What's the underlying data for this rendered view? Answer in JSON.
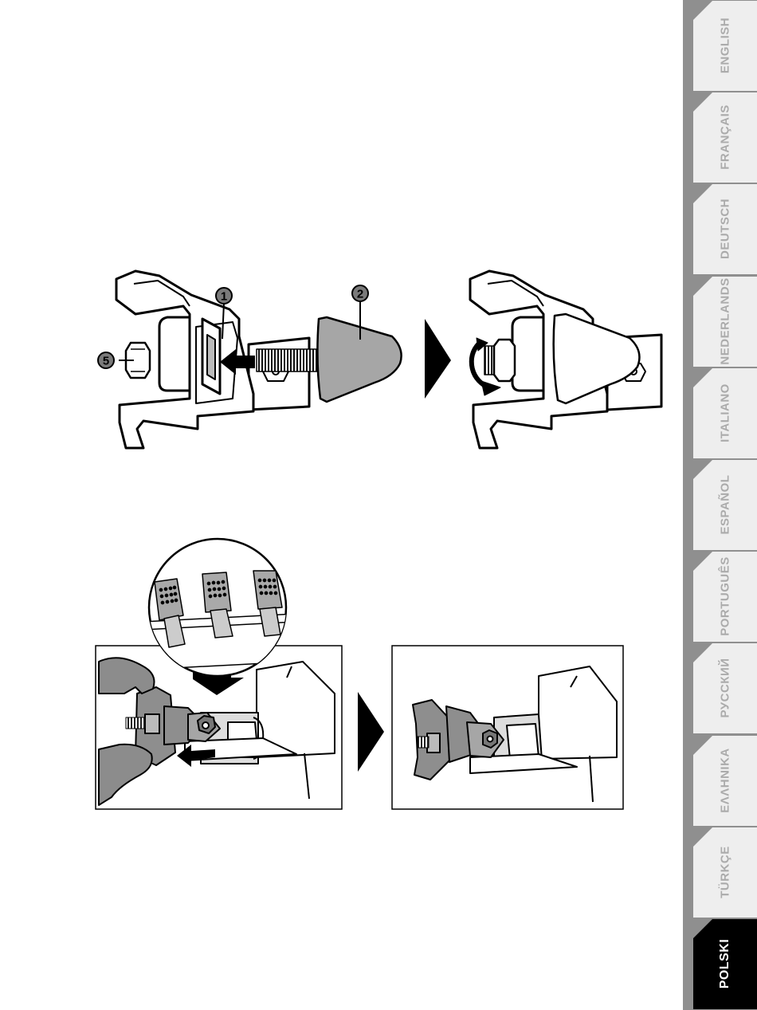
{
  "callouts": {
    "part_1": "1",
    "part_2": "2",
    "part_5": "5"
  },
  "languages": [
    {
      "label": "ENGLISH",
      "active": false
    },
    {
      "label": "FRANÇAIS",
      "active": false
    },
    {
      "label": "DEUTSCH",
      "active": false
    },
    {
      "label": "NEDERLANDS",
      "active": false
    },
    {
      "label": "ITALIANO",
      "active": false
    },
    {
      "label": "ESPAÑOL",
      "active": false
    },
    {
      "label": "PORTUGUÊS",
      "active": false
    },
    {
      "label": "РУССКИЙ",
      "active": false
    },
    {
      "label": "ΕΛΛΗΝΙΚΑ",
      "active": false
    },
    {
      "label": "TÜRKÇE",
      "active": false
    },
    {
      "label": "POLSKI",
      "active": true
    }
  ],
  "colors": {
    "sidebar": "#8f8f8f",
    "tab_inactive": "#eeeeee",
    "tab_active": "#000000",
    "label_inactive": "#ababab",
    "part_grey": "#a6a6a6",
    "callout_bg": "#7a7a7a"
  }
}
